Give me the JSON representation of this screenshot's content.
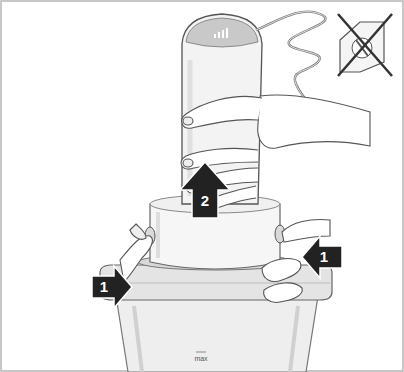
{
  "diagram": {
    "labels": [
      "1",
      "2",
      "1",
      "max"
    ]
  }
}
